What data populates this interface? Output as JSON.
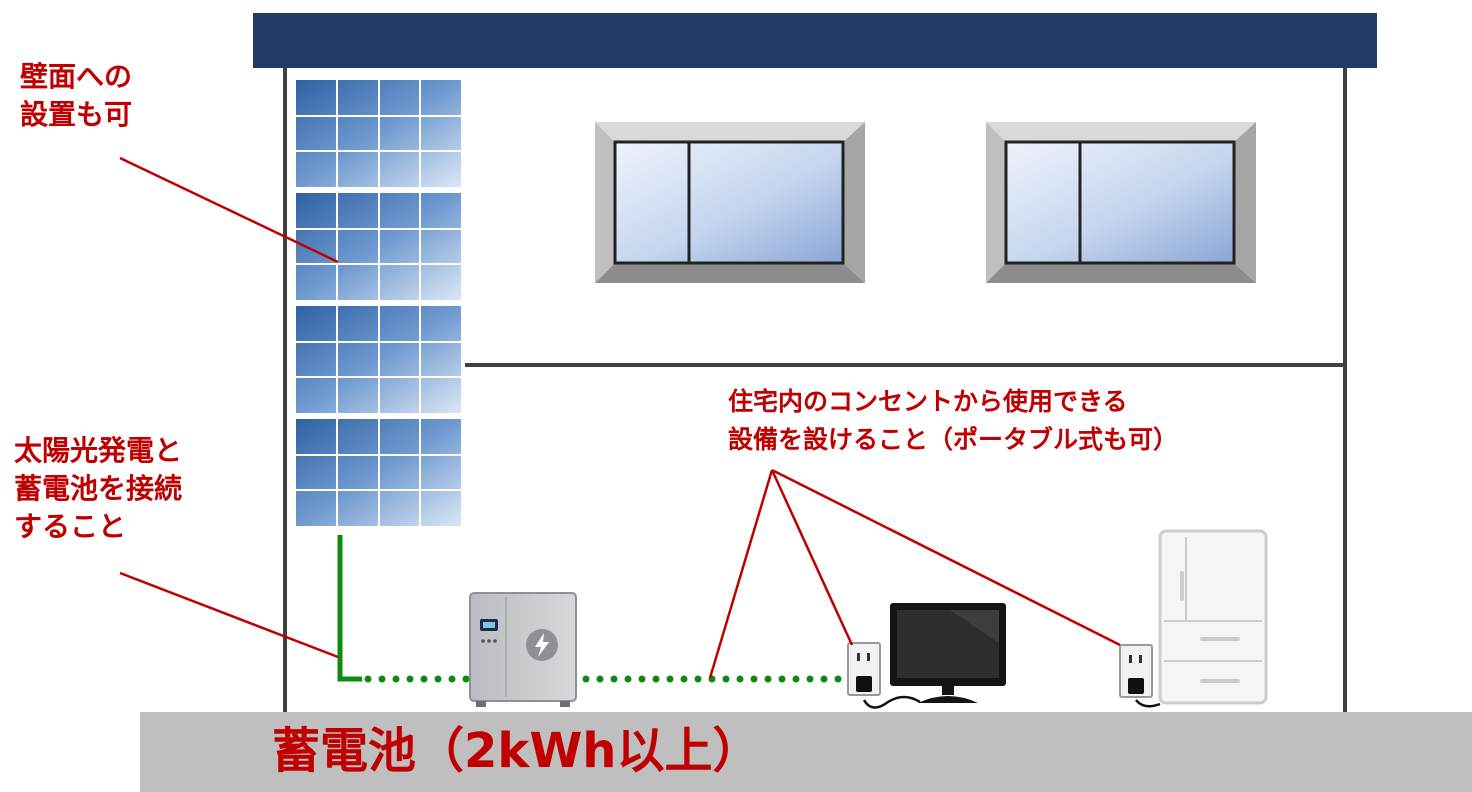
{
  "colors": {
    "roof": "#213a66",
    "wall_outline": "#404040",
    "callout_text": "#c00000",
    "wiring": "#0f8a0f",
    "ground": "#bfbfbf"
  },
  "labels": {
    "wall_mount": [
      "壁面への",
      "設置も可"
    ],
    "pv_battery_connection": [
      "太陽光発電と",
      "蓄電池を接続",
      "すること"
    ],
    "outlet_equipment": [
      "住宅内のコンセントから使用できる",
      "設備を設けること（ポータブル式も可）"
    ],
    "battery": "蓄電池（2kWh以上）"
  },
  "icons": {
    "solar_panel": "solar-panel-icon",
    "window": "window-icon",
    "battery_unit": "battery-unit-icon",
    "lightning": "lightning-icon",
    "outlet": "outlet-icon",
    "television": "television-icon",
    "refrigerator": "refrigerator-icon"
  }
}
